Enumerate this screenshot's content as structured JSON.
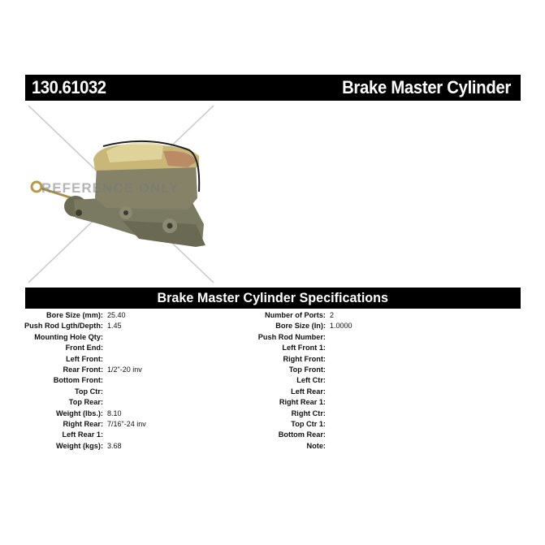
{
  "header": {
    "part_number": "130.61032",
    "part_type": "Brake Master Cylinder"
  },
  "image": {
    "alt": "Brake master cylinder product photo",
    "watermark": "REFERENCE ONLY"
  },
  "specs": {
    "title": "Brake Master Cylinder Specifications",
    "left": [
      {
        "label": "Bore Size (mm):",
        "value": "25.40"
      },
      {
        "label": "Push Rod Lgth/Depth:",
        "value": "1.45"
      },
      {
        "label": "Mounting Hole Qty:",
        "value": ""
      },
      {
        "label": "Front End:",
        "value": ""
      },
      {
        "label": "Left Front:",
        "value": ""
      },
      {
        "label": "Rear Front:",
        "value": "1/2\"-20 inv"
      },
      {
        "label": "Bottom Front:",
        "value": ""
      },
      {
        "label": "Top Ctr:",
        "value": ""
      },
      {
        "label": "Top Rear:",
        "value": ""
      },
      {
        "label": "Weight (lbs.):",
        "value": "8.10"
      },
      {
        "label": "Right Rear:",
        "value": "7/16\"-24 inv"
      },
      {
        "label": "Left Rear 1:",
        "value": ""
      },
      {
        "label": "Weight (kgs):",
        "value": "3.68"
      }
    ],
    "right": [
      {
        "label": "Number of Ports:",
        "value": "2"
      },
      {
        "label": "Bore Size (In):",
        "value": "1.0000"
      },
      {
        "label": "Push Rod Number:",
        "value": ""
      },
      {
        "label": "Left Front 1:",
        "value": ""
      },
      {
        "label": "Right Front:",
        "value": ""
      },
      {
        "label": "Top Front:",
        "value": ""
      },
      {
        "label": "Left Ctr:",
        "value": ""
      },
      {
        "label": "Left Rear:",
        "value": ""
      },
      {
        "label": "Right Rear 1:",
        "value": ""
      },
      {
        "label": "Right Ctr:",
        "value": ""
      },
      {
        "label": "Top Ctr 1:",
        "value": ""
      },
      {
        "label": "Bottom Rear:",
        "value": ""
      },
      {
        "label": "Note:",
        "value": ""
      }
    ]
  },
  "colors": {
    "bar_background": "#000000",
    "bar_text": "#ffffff",
    "body_text": "#111111"
  }
}
